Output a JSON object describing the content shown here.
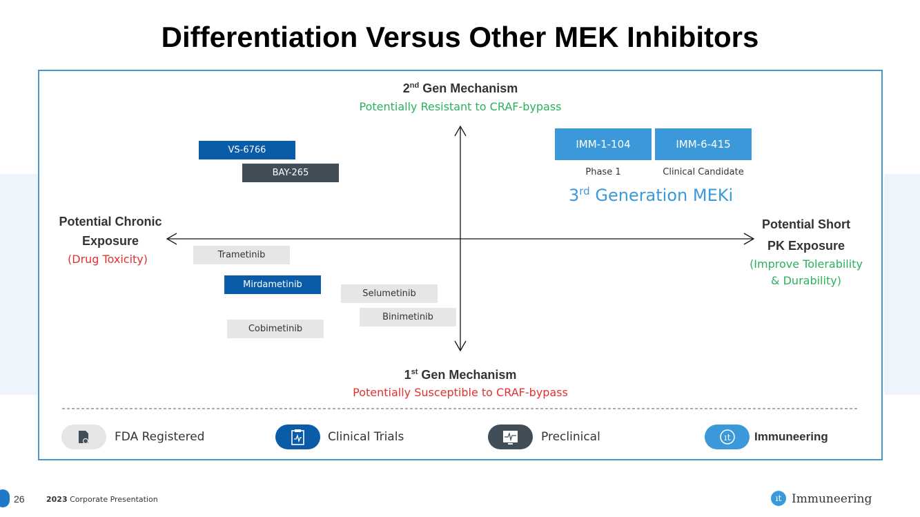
{
  "title": "Differentiation Versus Other MEK Inhibitors",
  "top": {
    "head": "2",
    "head_sup": "nd",
    "head_rest": " Gen Mechanism",
    "sub": "Potentially Resistant to CRAF-bypass"
  },
  "bottom": {
    "head": "1",
    "head_sup": "st",
    "head_rest": " Gen Mechanism",
    "sub": "Potentially Susceptible to CRAF-bypass"
  },
  "left": {
    "line1": "Potential Chronic",
    "line2": "Exposure",
    "sub": "(Drug Toxicity)"
  },
  "right": {
    "line1": "Potential Short",
    "line2": "PK Exposure",
    "sub1": "(Improve Tolerability",
    "sub2": "& Durability)"
  },
  "drugs": {
    "vs6766": "VS-6766",
    "bay265": "BAY-265",
    "trametinib": "Trametinib",
    "mirdametinib": "Mirdametinib",
    "selumetinib": "Selumetinib",
    "binimetinib": "Binimetinib",
    "cobimetinib": "Cobimetinib",
    "imm1104": "IMM-1-104",
    "imm6415": "IMM-6-415"
  },
  "phases": {
    "imm1104": "Phase 1",
    "imm6415": "Clinical Candidate"
  },
  "gen3": {
    "pre": "3",
    "sup": "rd",
    "rest": " Generation MEKi"
  },
  "legend": {
    "fda": "FDA Registered",
    "clinical": "Clinical Trials",
    "preclinical": "Preclinical",
    "immuneering": "Immuneering"
  },
  "colors": {
    "fda": "#e6e6e6",
    "clinical": "#0b5ca8",
    "preclinical": "#424e57",
    "immuneering": "#3b99d9",
    "frame": "#4a97cc"
  },
  "footer": {
    "page": "26",
    "year": "2023",
    "text": " Corporate Presentation",
    "brand": "Immuneering"
  }
}
